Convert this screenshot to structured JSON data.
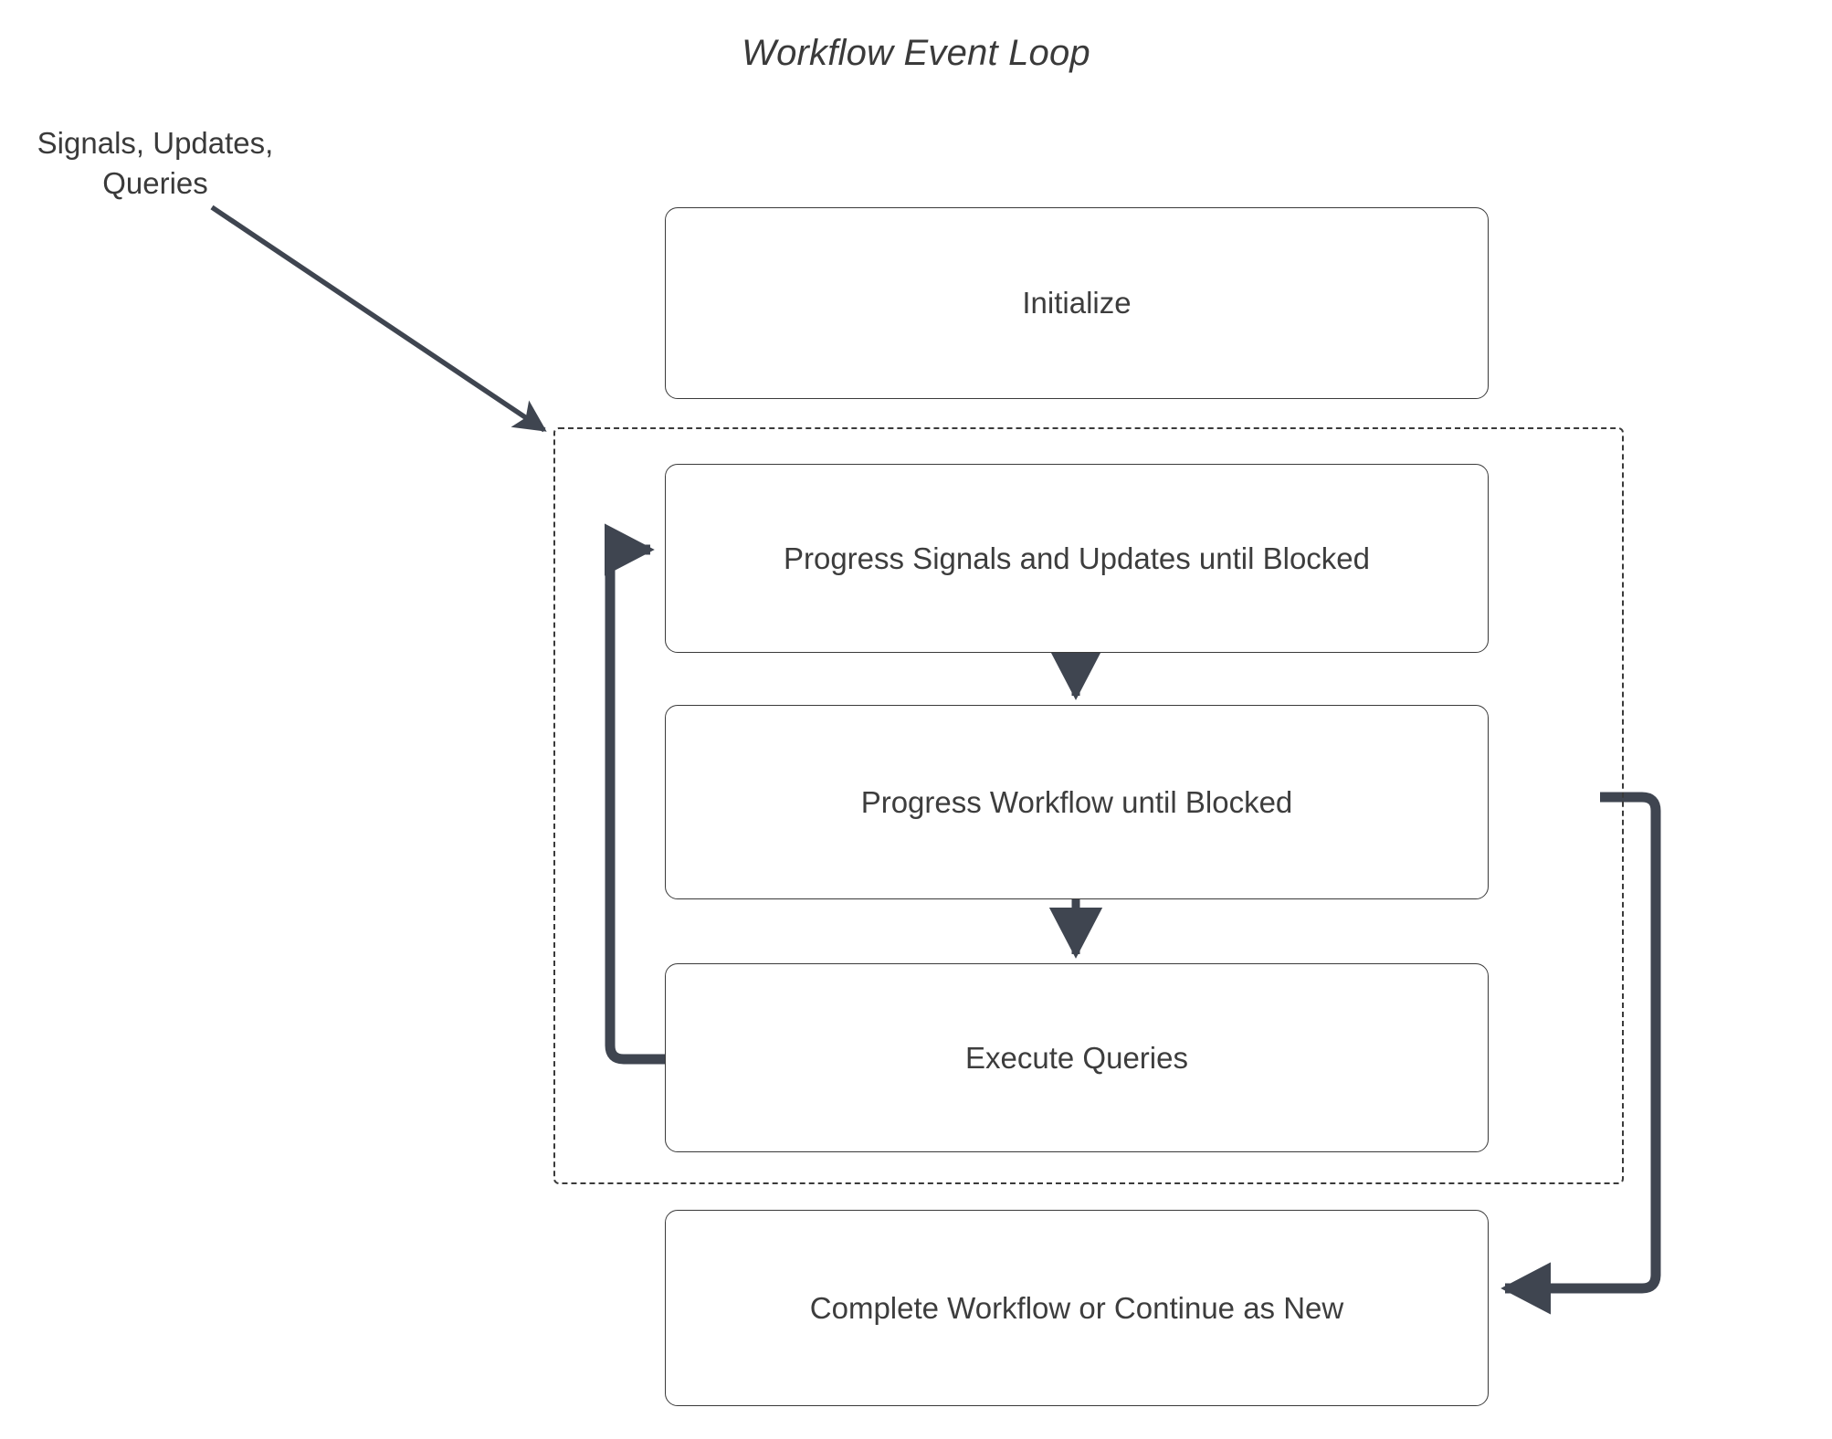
{
  "diagram": {
    "title": "Workflow Event Loop",
    "type": "flowchart",
    "accent_color": "#3f4550",
    "node_border_color": "#3a3a3a",
    "background_color": "#ffffff",
    "external_input_label": "Signals, Updates,\nQueries",
    "cluster": {
      "name": "event-loop",
      "border_style": "dashed",
      "label": ""
    },
    "nodes": [
      {
        "id": "initialize",
        "label": "Initialize"
      },
      {
        "id": "progress-signals",
        "label": "Progress Signals and Updates until Blocked"
      },
      {
        "id": "progress-workflow",
        "label": "Progress Workflow until Blocked"
      },
      {
        "id": "execute-queries",
        "label": "Execute Queries"
      },
      {
        "id": "complete",
        "label": "Complete Workflow or Continue as New"
      }
    ],
    "edges": [
      {
        "from": "external-input",
        "to": "event-loop-cluster",
        "style": "solid",
        "arrow": "end"
      },
      {
        "from": "progress-signals",
        "to": "progress-workflow",
        "style": "solid",
        "arrow": "end"
      },
      {
        "from": "progress-workflow",
        "to": "execute-queries",
        "style": "solid",
        "arrow": "end"
      },
      {
        "from": "execute-queries",
        "to": "progress-signals",
        "style": "solid",
        "arrow": "end"
      },
      {
        "from": "event-loop-cluster",
        "to": "complete",
        "style": "solid",
        "arrow": "end"
      }
    ]
  }
}
